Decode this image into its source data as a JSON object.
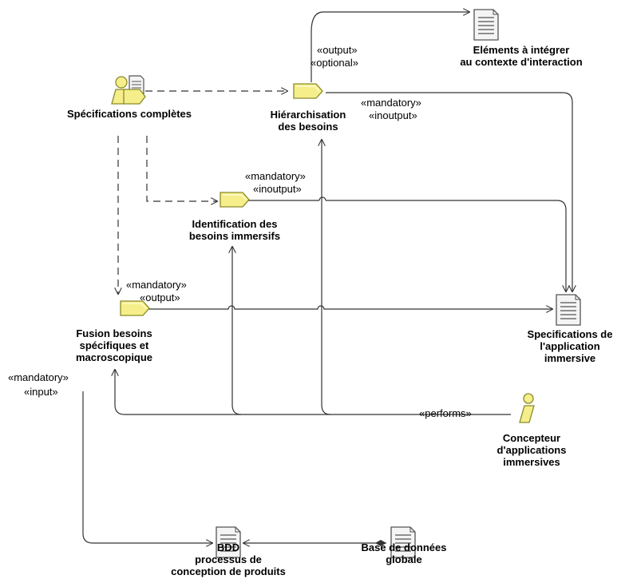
{
  "nodes": {
    "elements_a_integrer": {
      "label": "Eléments à intégrer\nau contexte d'interaction",
      "icon": "document-icon"
    },
    "specifications_completes": {
      "label": "Spécifications complètes",
      "icon": "role-documents-icon"
    },
    "hierarchisation": {
      "label": "Hiérarchisation\ndes besoins",
      "icon": "task-icon"
    },
    "identification": {
      "label": "Identification des\nbesoins immersifs",
      "icon": "task-icon"
    },
    "fusion": {
      "label": "Fusion besoins\nspécifiques et\nmacroscopique",
      "icon": "task-icon"
    },
    "specifications_application": {
      "label": "Specifications de\nl'application\nimmersive",
      "icon": "document-icon"
    },
    "concepteur": {
      "label": "Concepteur\nd'applications\nimmersives",
      "icon": "role-icon"
    },
    "bdd": {
      "label": "BDD\nprocessus de\nconception de produits",
      "icon": "document-icon"
    },
    "base_globale": {
      "label": "Base de données\nglobale",
      "icon": "document-icon"
    }
  },
  "stereotypes": {
    "hier_output": "«output»",
    "hier_optional": "«optional»",
    "hier_mandatory": "«mandatory»",
    "hier_inoutput": "«inoutput»",
    "ident_mandatory": "«mandatory»",
    "ident_inoutput": "«inoutput»",
    "fusion_mandatory": "«mandatory»",
    "fusion_output": "«output»",
    "bdd_mandatory": "«mandatory»",
    "bdd_input": "«input»",
    "performs": "«performs»"
  },
  "colors": {
    "task_fill": "#f5ee8a",
    "task_stroke": "#8a8a2a",
    "document_fill": "#f4f4f4",
    "document_stroke": "#555555",
    "line": "#333333"
  }
}
